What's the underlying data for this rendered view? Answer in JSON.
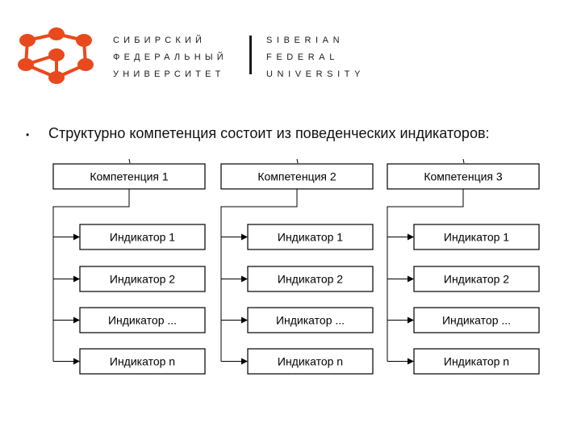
{
  "logo": {
    "ru_lines": [
      "СИБИРСКИЙ",
      "ФЕДЕРАЛЬНЫЙ",
      "УНИВЕРСИТЕТ"
    ],
    "en_lines": [
      "SIBERIAN",
      "FEDERAL",
      "UNIVERSITY"
    ],
    "accent_color": "#e8491d"
  },
  "bullet": {
    "marker": "•",
    "text": "Структурно компетенция состоит из поведенческих индикаторов:"
  },
  "diagram": {
    "columns": [
      {
        "competence": "Компетенция 1",
        "indicators": [
          "Индикатор 1",
          "Индикатор 2",
          "Индикатор ...",
          "Индикатор n"
        ]
      },
      {
        "competence": "Компетенция 2",
        "indicators": [
          "Индикатор 1",
          "Индикатор 2",
          "Индикатор ...",
          "Индикатор n"
        ]
      },
      {
        "competence": "Компетенция 3",
        "indicators": [
          "Индикатор 1",
          "Индикатор 2",
          "Индикатор ...",
          "Индикатор n"
        ]
      }
    ]
  }
}
